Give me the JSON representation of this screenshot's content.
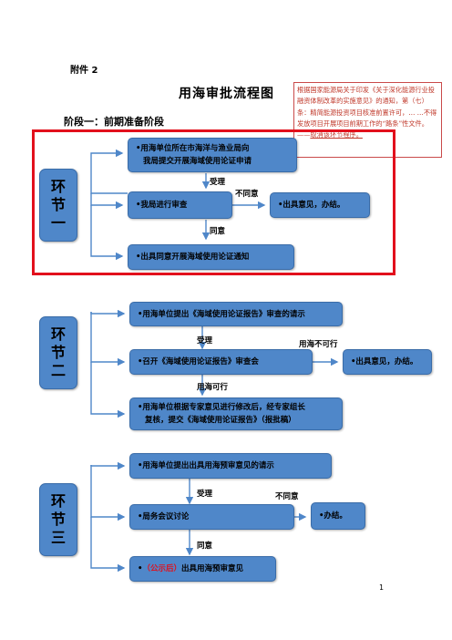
{
  "header": {
    "attachment": "附件 2",
    "title": "用海审批流程图",
    "stage": "阶段一：前期准备阶段"
  },
  "note": {
    "text": "根据国家能源局关于印发《关于深化能源行业投融资体制改革的实施意见》的通知，第（七）条：精简能源投资项目核准前置许可，…  …不得发放项目开展项目前期工作的“路条”性文件。——",
    "link": "取消该环节程序。"
  },
  "section1": {
    "badge": "环节一",
    "box1_line1": "•用海单位所在市海洋与渔业局向",
    "box1_line2": "我局提交开展海域使用论证申请",
    "accept": "受理",
    "box2": "•我局进行审查",
    "reject": "不同意",
    "box2_out": "•出具意见，办结。",
    "agree": "同意",
    "box3": "•出具同意开展海域使用论证通知"
  },
  "section2": {
    "badge": "环节二",
    "box1": "•用海单位提出《海域使用论证报告》审查的请示",
    "accept": "受理",
    "not_ok": "用海不可行",
    "box2": "•召开《海域使用论证报告》审查会",
    "box2_out": "•出具意见，办结。",
    "ok": "用海可行",
    "box3_line1": "•用海单位根据专家意见进行修改后，经专家组长",
    "box3_line2": "复核，提交《海域使用论证报告》（报批稿）"
  },
  "section3": {
    "badge": "环节三",
    "box1": "•用海单位提出出具用海预审意见的请示",
    "accept": "受理",
    "reject": "不同意",
    "box2": "•局务会议讨论",
    "box2_out": "•办结。",
    "agree": "同意",
    "box3_bullet": "•",
    "box3_highlight": "（公示后）",
    "box3_rest": "出具用海预审意见"
  },
  "page_number": "1"
}
